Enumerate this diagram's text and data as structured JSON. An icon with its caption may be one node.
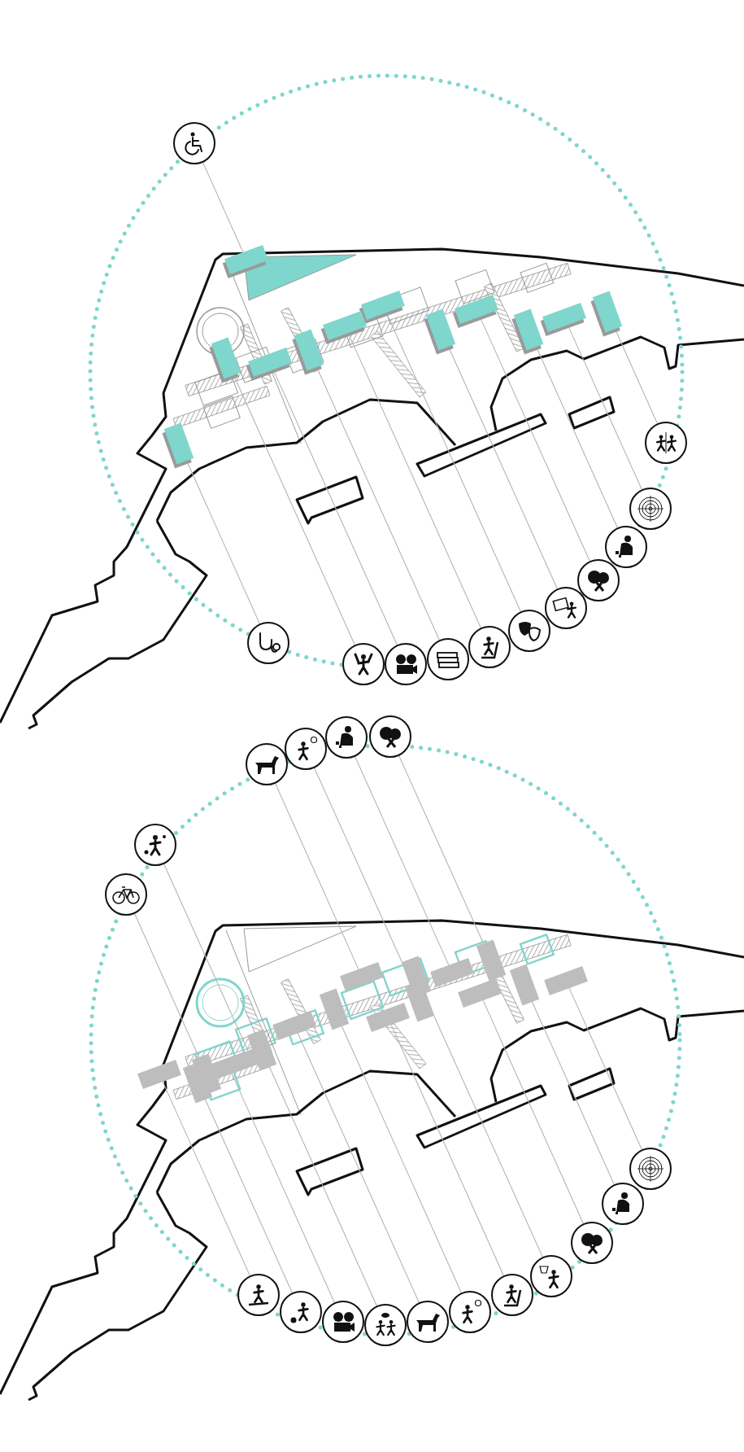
{
  "diagram": {
    "nodes": [
      {
        "text": [],
        "shape": "circle"
      },
      {
        "text": [],
        "shape": "circle"
      },
      {
        "text": [],
        "shape": "circle"
      },
      {
        "text": [],
        "shape": "circle"
      },
      {
        "text": [],
        "shape": "circle"
      },
      {
        "text": [],
        "shape": "circle"
      },
      {
        "text": [],
        "shape": "circle"
      },
      {
        "text": [],
        "shape": "circle"
      },
      {
        "text": [],
        "shape": "circle"
      },
      {
        "text": [],
        "shape": "circle"
      },
      {
        "text": [],
        "shape": "circle"
      },
      {
        "text": [],
        "shape": "circle"
      },
      {
        "text": [],
        "shape": "circle"
      },
      {
        "text": [],
        "shape": "circle"
      },
      {
        "text": [],
        "shape": "circle"
      },
      {
        "text": [],
        "shape": "circle"
      },
      {
        "text": [],
        "shape": "circle"
      },
      {
        "text": [],
        "shape": "circle"
      },
      {
        "text": [],
        "shape": "circle"
      },
      {
        "text": [],
        "shape": "circle"
      },
      {
        "text": [],
        "shape": "circle"
      },
      {
        "text": [],
        "shape": "circle"
      },
      {
        "text": [],
        "shape": "circle"
      },
      {
        "text": [],
        "shape": "circle"
      },
      {
        "text": [],
        "shape": "circle"
      },
      {
        "text": [],
        "shape": "circle"
      },
      {
        "text": [],
        "shape": "circle"
      },
      {
        "text": [],
        "shape": "circle"
      },
      {
        "text": [],
        "shape": "circle"
      },
      {
        "text": [],
        "shape": "box"
      },
      {
        "text": [],
        "shape": "box"
      },
      {
        "text": [],
        "shape": "box"
      },
      {
        "text": [],
        "shape": "box"
      },
      {
        "text": [],
        "shape": "box"
      },
      {
        "text": [],
        "shape": "box"
      },
      {
        "text": [],
        "shape": "box"
      },
      {
        "text": [],
        "shape": "box"
      },
      {
        "text": [],
        "shape": "box"
      },
      {
        "text": [],
        "shape": "box"
      },
      {
        "text": [],
        "shape": "box"
      },
      {
        "text": [],
        "shape": "box"
      },
      {
        "text": [],
        "shape": "box"
      },
      {
        "text": [],
        "shape": "box"
      },
      {
        "text": [],
        "shape": "box"
      },
      {
        "text": [],
        "shape": "box"
      },
      {
        "text": [],
        "shape": "box"
      },
      {
        "text": [],
        "shape": "box"
      },
      {
        "text": [],
        "shape": "box"
      },
      {
        "text": [],
        "shape": "box"
      },
      {
        "text": [],
        "shape": "box"
      },
      {
        "text": [],
        "shape": "box"
      },
      {
        "text": [],
        "shape": "box"
      },
      {
        "text": [],
        "shape": "box"
      },
      {
        "text": [],
        "shape": "box"
      },
      {
        "text": [],
        "shape": "box"
      },
      {
        "text": [],
        "shape": "box"
      },
      {
        "text": [],
        "shape": "box"
      },
      {
        "text": [],
        "shape": "box"
      }
    ],
    "edges": [
      {
        "from": 0,
        "to": 29,
        "arrow": "none"
      },
      {
        "from": 1,
        "to": 30,
        "arrow": "none"
      },
      {
        "from": 2,
        "to": 31,
        "arrow": "none"
      },
      {
        "from": 3,
        "to": 32,
        "arrow": "none"
      },
      {
        "from": 4,
        "to": 33,
        "arrow": "none"
      },
      {
        "from": 5,
        "to": 34,
        "arrow": "none"
      },
      {
        "from": 6,
        "to": 35,
        "arrow": "none"
      },
      {
        "from": 7,
        "to": 36,
        "arrow": "none"
      },
      {
        "from": 8,
        "to": 37,
        "arrow": "none"
      },
      {
        "from": 9,
        "to": 38,
        "arrow": "none"
      },
      {
        "from": 10,
        "to": 39,
        "arrow": "none"
      },
      {
        "from": 11,
        "to": 40,
        "arrow": "none"
      },
      {
        "from": 12,
        "to": 41,
        "arrow": "none"
      },
      {
        "from": 13,
        "to": 42,
        "arrow": "none"
      },
      {
        "from": 14,
        "to": 43,
        "arrow": "none"
      },
      {
        "from": 15,
        "to": 44,
        "arrow": "none"
      },
      {
        "from": 16,
        "to": 45,
        "arrow": "none"
      },
      {
        "from": 17,
        "to": 46,
        "arrow": "none"
      },
      {
        "from": 18,
        "to": 47,
        "arrow": "none"
      },
      {
        "from": 19,
        "to": 48,
        "arrow": "none"
      },
      {
        "from": 20,
        "to": 49,
        "arrow": "none"
      },
      {
        "from": 21,
        "to": 50,
        "arrow": "none"
      },
      {
        "from": 22,
        "to": 51,
        "arrow": "none"
      },
      {
        "from": 23,
        "to": 52,
        "arrow": "none"
      },
      {
        "from": 24,
        "to": 53,
        "arrow": "none"
      },
      {
        "from": 25,
        "to": 54,
        "arrow": "none"
      },
      {
        "from": 26,
        "to": 55,
        "arrow": "none"
      },
      {
        "from": 27,
        "to": 56,
        "arrow": "none"
      },
      {
        "from": 28,
        "to": 57,
        "arrow": "none"
      }
    ]
  }
}
